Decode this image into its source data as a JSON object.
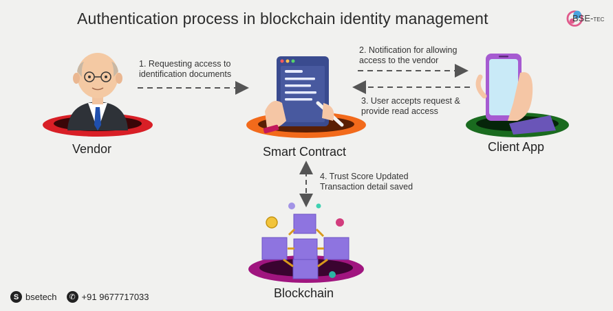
{
  "title": "Authentication process in blockchain identity management",
  "brand": {
    "name": "BSE-",
    "suffix": "TEC"
  },
  "nodes": {
    "vendor": "Vendor",
    "smart_contract": "Smart Contract",
    "client_app": "Client App",
    "blockchain": "Blockchain"
  },
  "steps": {
    "step1_line1": "1. Requesting access to",
    "step1_line2": "identification documents",
    "step2_line1": "2. Notification for allowing",
    "step2_line2": "access to the vendor",
    "step3_line1": "3. User accepts request &",
    "step3_line2": "provide read access",
    "step4_line1": "4. Trust Score Updated",
    "step4_line2": "Transaction detail saved"
  },
  "footer": {
    "handle": "bsetech",
    "phone": "+91 9677717033"
  },
  "colors": {
    "vendor_portal": "#d81f26",
    "contract_portal": "#f26a1b",
    "client_portal": "#1a6b1f",
    "blockchain_portal": "#a0157f",
    "cube": "#8e74e0"
  }
}
